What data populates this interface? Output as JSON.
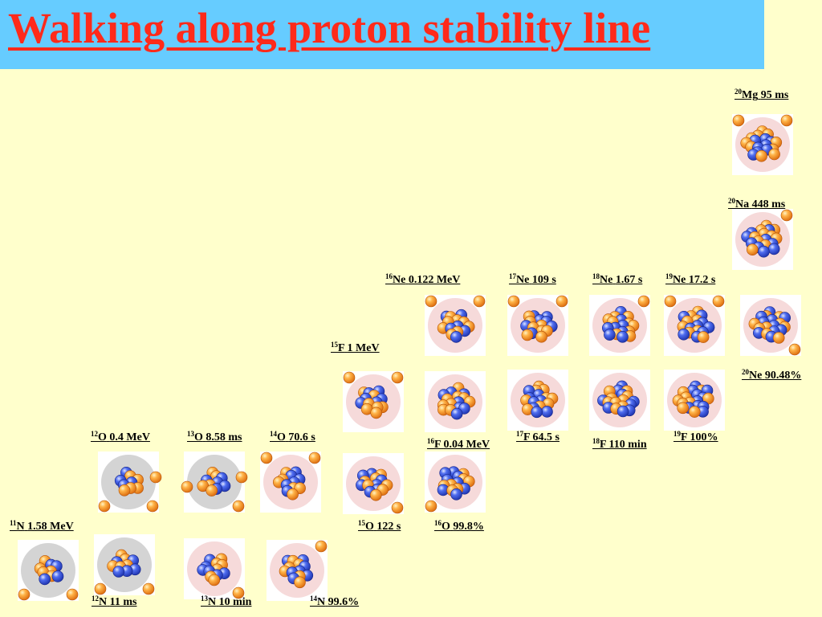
{
  "title": "Walking along proton stability line",
  "colors": {
    "title_bg": "#66ccff",
    "title_text": "#ff2a1a",
    "background": "#ffffcc",
    "proton": "#f7931e",
    "neutron": "#3a56e0",
    "bound_halo": "#f6dada",
    "unbound_halo": "#d4d4d4"
  },
  "nuclei": [
    {
      "id": "n11",
      "mass": "11",
      "symbol": "N",
      "value": "1.58 MeV",
      "p": 7,
      "n": 4,
      "unbound": true
    },
    {
      "id": "n12",
      "mass": "12",
      "symbol": "N",
      "value": "11 ms",
      "p": 7,
      "n": 5,
      "unbound": true
    },
    {
      "id": "o12",
      "mass": "12",
      "symbol": "O",
      "value": "0.4 MeV",
      "p": 8,
      "n": 4,
      "unbound": true
    },
    {
      "id": "n13",
      "mass": "13",
      "symbol": "N",
      "value": "10 min",
      "p": 7,
      "n": 6,
      "unbound": false
    },
    {
      "id": "o13",
      "mass": "13",
      "symbol": "O",
      "value": "8.58 ms",
      "p": 8,
      "n": 5,
      "unbound": true
    },
    {
      "id": "n14",
      "mass": "14",
      "symbol": "N",
      "value": "99.6%",
      "p": 7,
      "n": 7,
      "unbound": false
    },
    {
      "id": "o14",
      "mass": "14",
      "symbol": "O",
      "value": "70.6 s",
      "p": 8,
      "n": 6,
      "unbound": false
    },
    {
      "id": "o15",
      "mass": "15",
      "symbol": "O",
      "value": "122 s",
      "p": 8,
      "n": 7,
      "unbound": false
    },
    {
      "id": "f15",
      "mass": "15",
      "symbol": "F",
      "value": "1 MeV",
      "p": 9,
      "n": 6,
      "unbound": false
    },
    {
      "id": "o16",
      "mass": "16",
      "symbol": "O",
      "value": "99.8%",
      "p": 8,
      "n": 8,
      "unbound": false
    },
    {
      "id": "f16",
      "mass": "16",
      "symbol": "F",
      "value": "0.04 MeV",
      "p": 9,
      "n": 7,
      "unbound": false
    },
    {
      "id": "ne16",
      "mass": "16",
      "symbol": "Ne",
      "value": "0.122 MeV",
      "p": 10,
      "n": 6,
      "unbound": false
    },
    {
      "id": "f17",
      "mass": "17",
      "symbol": "F",
      "value": "64.5 s",
      "p": 9,
      "n": 8,
      "unbound": false
    },
    {
      "id": "ne17",
      "mass": "17",
      "symbol": "Ne",
      "value": "109 s",
      "p": 10,
      "n": 7,
      "unbound": false
    },
    {
      "id": "f18",
      "mass": "18",
      "symbol": "F",
      "value": "110 min",
      "p": 9,
      "n": 9,
      "unbound": false
    },
    {
      "id": "ne18",
      "mass": "18",
      "symbol": "Ne",
      "value": "1.67 s",
      "p": 10,
      "n": 8,
      "unbound": false
    },
    {
      "id": "f19",
      "mass": "19",
      "symbol": "F",
      "value": "100%",
      "p": 9,
      "n": 10,
      "unbound": false
    },
    {
      "id": "ne19",
      "mass": "19",
      "symbol": "Ne",
      "value": "17.2 s",
      "p": 10,
      "n": 9,
      "unbound": false
    },
    {
      "id": "ne20",
      "mass": "20",
      "symbol": "Ne",
      "value": "90.48%",
      "p": 10,
      "n": 10,
      "unbound": false
    },
    {
      "id": "na20",
      "mass": "20",
      "symbol": "Na",
      "value": "448 ms",
      "p": 11,
      "n": 9,
      "unbound": false
    },
    {
      "id": "mg20",
      "mass": "20",
      "symbol": "Mg",
      "value": "95 ms",
      "p": 12,
      "n": 8,
      "unbound": false
    }
  ]
}
